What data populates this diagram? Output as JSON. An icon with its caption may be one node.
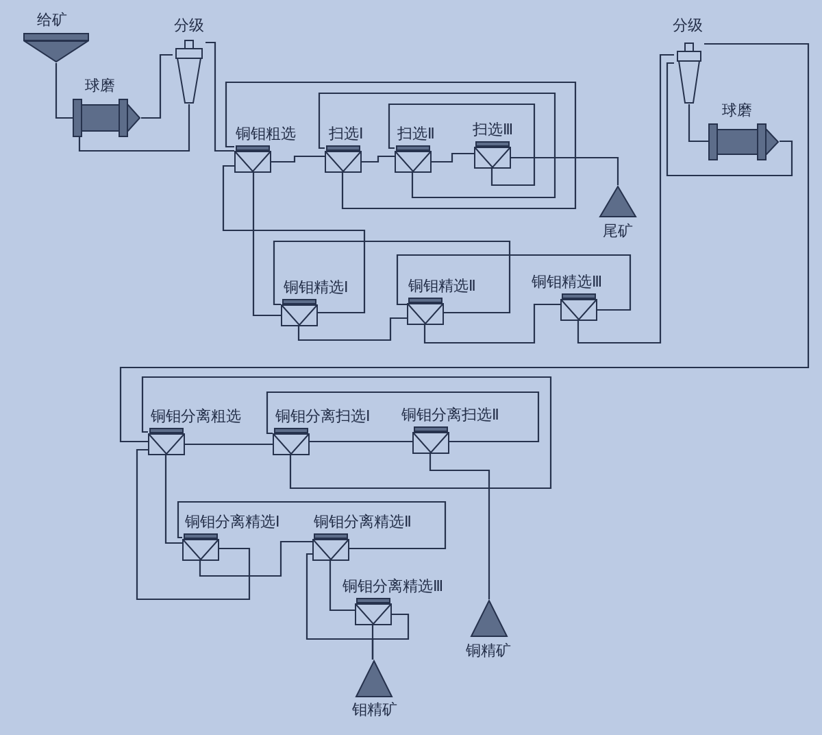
{
  "diagram": {
    "nodes": [
      {
        "text": [
          "给矿"
        ]
      },
      {
        "text": [
          "球磨"
        ]
      },
      {
        "text": [
          "分级"
        ]
      },
      {
        "text": [
          "铜钼粗选"
        ]
      },
      {
        "text": [
          "扫选Ⅰ"
        ]
      },
      {
        "text": [
          "扫选Ⅱ"
        ]
      },
      {
        "text": [
          "扫选Ⅲ"
        ]
      },
      {
        "text": [
          "尾矿"
        ]
      },
      {
        "text": [
          "铜钼精选Ⅰ"
        ]
      },
      {
        "text": [
          "铜钼精选Ⅱ"
        ]
      },
      {
        "text": [
          "铜钼精选Ⅲ"
        ]
      },
      {
        "text": [
          "分级"
        ]
      },
      {
        "text": [
          "球磨"
        ]
      },
      {
        "text": [
          "铜钼分离粗选"
        ]
      },
      {
        "text": [
          "铜钼分离扫选Ⅰ"
        ]
      },
      {
        "text": [
          "铜钼分离扫选Ⅱ"
        ]
      },
      {
        "text": [
          "铜钼分离精选Ⅰ"
        ]
      },
      {
        "text": [
          "铜钼分离精选Ⅱ"
        ]
      },
      {
        "text": [
          "铜钼分离精选Ⅲ"
        ]
      },
      {
        "text": [
          "铜精矿"
        ]
      },
      {
        "text": [
          "钼精矿"
        ]
      }
    ],
    "edges": [
      {
        "from": 0,
        "to": 1,
        "arrow": "none"
      },
      {
        "from": 1,
        "to": 2,
        "arrow": "none"
      },
      {
        "from": 2,
        "to": 1,
        "arrow": "none"
      },
      {
        "from": 2,
        "to": 3,
        "arrow": "none"
      },
      {
        "from": 3,
        "to": 4,
        "arrow": "none"
      },
      {
        "from": 4,
        "to": 5,
        "arrow": "none"
      },
      {
        "from": 5,
        "to": 6,
        "arrow": "none"
      },
      {
        "from": 6,
        "to": 7,
        "arrow": "none"
      },
      {
        "from": 4,
        "to": 3,
        "arrow": "none"
      },
      {
        "from": 5,
        "to": 4,
        "arrow": "none"
      },
      {
        "from": 6,
        "to": 5,
        "arrow": "none"
      },
      {
        "from": 3,
        "to": 8,
        "arrow": "none"
      },
      {
        "from": 8,
        "to": 3,
        "arrow": "none"
      },
      {
        "from": 8,
        "to": 9,
        "arrow": "none"
      },
      {
        "from": 9,
        "to": 8,
        "arrow": "none"
      },
      {
        "from": 9,
        "to": 10,
        "arrow": "none"
      },
      {
        "from": 10,
        "to": 9,
        "arrow": "none"
      },
      {
        "from": 10,
        "to": 11,
        "arrow": "none"
      },
      {
        "from": 11,
        "to": 12,
        "arrow": "none"
      },
      {
        "from": 12,
        "to": 11,
        "arrow": "none"
      },
      {
        "from": 11,
        "to": 13,
        "arrow": "none"
      },
      {
        "from": 13,
        "to": 14,
        "arrow": "none"
      },
      {
        "from": 14,
        "to": 15,
        "arrow": "none"
      },
      {
        "from": 15,
        "to": 19,
        "arrow": "none"
      },
      {
        "from": 14,
        "to": 13,
        "arrow": "none"
      },
      {
        "from": 15,
        "to": 14,
        "arrow": "none"
      },
      {
        "from": 13,
        "to": 16,
        "arrow": "none"
      },
      {
        "from": 16,
        "to": 13,
        "arrow": "none"
      },
      {
        "from": 16,
        "to": 17,
        "arrow": "none"
      },
      {
        "from": 17,
        "to": 16,
        "arrow": "none"
      },
      {
        "from": 17,
        "to": 18,
        "arrow": "none"
      },
      {
        "from": 18,
        "to": 20,
        "arrow": "none"
      },
      {
        "from": 17,
        "to": 20,
        "arrow": "none"
      },
      {
        "from": 18,
        "to": 20,
        "arrow": "none"
      }
    ]
  }
}
